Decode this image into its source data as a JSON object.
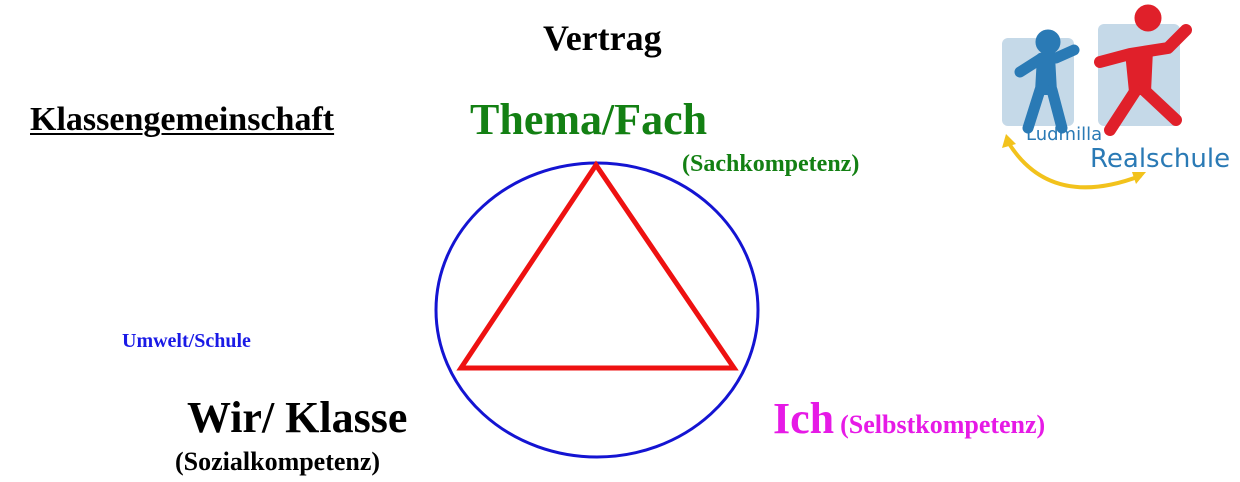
{
  "title": "Vertrag",
  "left_heading": "Klassengemeinschaft",
  "top_node": {
    "label": "Thema/Fach",
    "sublabel": "(Sachkompetenz)"
  },
  "left_node": {
    "context": "Umwelt/Schule",
    "label": "Wir/ Klasse",
    "sublabel": "(Sozialkompetenz)"
  },
  "right_node": {
    "label": "Ich",
    "sublabel": "(Selbstkompetenz)"
  },
  "logo": {
    "line1": "Ludmilla",
    "line2": "Realschule"
  },
  "colors": {
    "green": "#138013",
    "blue": "#1a1ae6",
    "magenta": "#e61ae6",
    "circle": "#1414d2",
    "triangle": "#ee1111",
    "logo_blue": "#2a7ab5",
    "logo_red": "#e0202a",
    "logo_box": "#c5d9e8",
    "logo_arrow": "#f2c21c"
  }
}
